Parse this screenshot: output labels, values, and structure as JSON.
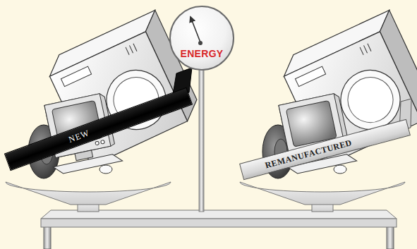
{
  "diagram": {
    "nodes": [
      {
        "text": [
          "ENERGY"
        ]
      },
      {
        "text": [
          "NEW"
        ]
      },
      {
        "text": [
          "REMANUFACTURED"
        ]
      }
    ]
  }
}
